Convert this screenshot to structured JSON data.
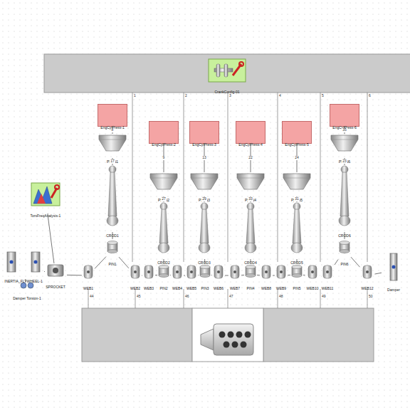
{
  "diagram": {
    "nodes": [
      {
        "text": [
          "CrankConfig-01"
        ]
      },
      {
        "text": [
          "TorsFreqAnalysis-1"
        ]
      },
      {
        "text": [
          "EngCylPress-1"
        ]
      },
      {
        "text": [
          "EngCylPress-2"
        ]
      },
      {
        "text": [
          "EngCylPress-3"
        ]
      },
      {
        "text": [
          "EngCylPress-4"
        ]
      },
      {
        "text": [
          "EngCylPress-5"
        ]
      },
      {
        "text": [
          "EngCylPress-6"
        ]
      },
      {
        "text": [
          "PSTN1"
        ]
      },
      {
        "text": [
          "PSTN2"
        ]
      },
      {
        "text": [
          "PSTN3"
        ]
      },
      {
        "text": [
          "PSTN4"
        ]
      },
      {
        "text": [
          "PSTN5"
        ]
      },
      {
        "text": [
          "PSTN6"
        ]
      },
      {
        "text": [
          "CROD1"
        ]
      },
      {
        "text": [
          "CROD2"
        ]
      },
      {
        "text": [
          "CROD3"
        ]
      },
      {
        "text": [
          "CROD4"
        ]
      },
      {
        "text": [
          "CROD5"
        ]
      },
      {
        "text": [
          "CROD6"
        ]
      },
      {
        "text": [
          "PIN1"
        ]
      },
      {
        "text": [
          "PIN2"
        ]
      },
      {
        "text": [
          "PIN3"
        ]
      },
      {
        "text": [
          "PIN4"
        ]
      },
      {
        "text": [
          "PIN5"
        ]
      },
      {
        "text": [
          "PIN6"
        ]
      },
      {
        "text": [
          "WEB1"
        ]
      },
      {
        "text": [
          "WEB2"
        ]
      },
      {
        "text": [
          "WEB3"
        ]
      },
      {
        "text": [
          "WEB4"
        ]
      },
      {
        "text": [
          "WEB5"
        ]
      },
      {
        "text": [
          "WEB6"
        ]
      },
      {
        "text": [
          "WEB7"
        ]
      },
      {
        "text": [
          "WEB8"
        ]
      },
      {
        "text": [
          "WEB9"
        ]
      },
      {
        "text": [
          "WEB10"
        ]
      },
      {
        "text": [
          "WEB11"
        ]
      },
      {
        "text": [
          "WEB12"
        ]
      },
      {
        "text": [
          "INERTIA_FLYWHEEL-1"
        ]
      },
      {
        "text": [
          "Damper Torsion-1"
        ]
      },
      {
        "text": [
          "SPROCKET"
        ]
      },
      {
        "text": [
          "Damper"
        ]
      }
    ],
    "edges": [
      {
        "from": 2,
        "to": 8,
        "arrow": "none",
        "label": "8"
      },
      {
        "from": 3,
        "to": 9,
        "arrow": "none",
        "label": "9"
      },
      {
        "from": 4,
        "to": 10,
        "arrow": "none",
        "label": "13"
      },
      {
        "from": 5,
        "to": 11,
        "arrow": "none",
        "label": "22"
      },
      {
        "from": 6,
        "to": 12,
        "arrow": "none",
        "label": "24"
      },
      {
        "from": 7,
        "to": 13,
        "arrow": "none",
        "label": "35"
      },
      {
        "from": 8,
        "to": 14,
        "arrow": "none",
        "label": "17"
      },
      {
        "from": 9,
        "to": 15,
        "arrow": "none",
        "label": "27"
      },
      {
        "from": 10,
        "to": 16,
        "arrow": "none",
        "label": "29"
      },
      {
        "from": 11,
        "to": 17,
        "arrow": "none",
        "label": "33"
      },
      {
        "from": 12,
        "to": 18,
        "arrow": "none",
        "label": "31"
      },
      {
        "from": 13,
        "to": 19,
        "arrow": "none",
        "label": "23"
      },
      {
        "from": 14,
        "to": 20,
        "arrow": "none"
      },
      {
        "from": 15,
        "to": 21,
        "arrow": "none"
      },
      {
        "from": 16,
        "to": 22,
        "arrow": "none"
      },
      {
        "from": 17,
        "to": 23,
        "arrow": "none"
      },
      {
        "from": 18,
        "to": 24,
        "arrow": "none"
      },
      {
        "from": 19,
        "to": 25,
        "arrow": "none"
      },
      {
        "from": 39,
        "to": 38,
        "arrow": "none"
      },
      {
        "from": 38,
        "to": 40,
        "arrow": "none"
      },
      {
        "from": 1,
        "to": 40,
        "arrow": "none"
      },
      {
        "from": 40,
        "to": 26,
        "arrow": "none"
      },
      {
        "from": 26,
        "to": 20,
        "arrow": "none"
      },
      {
        "from": 20,
        "to": 27,
        "arrow": "none"
      },
      {
        "from": 27,
        "to": 28,
        "arrow": "none"
      },
      {
        "from": 28,
        "to": 21,
        "arrow": "none"
      },
      {
        "from": 21,
        "to": 29,
        "arrow": "none"
      },
      {
        "from": 29,
        "to": 30,
        "arrow": "none"
      },
      {
        "from": 30,
        "to": 22,
        "arrow": "none"
      },
      {
        "from": 22,
        "to": 31,
        "arrow": "none"
      },
      {
        "from": 31,
        "to": 32,
        "arrow": "none"
      },
      {
        "from": 32,
        "to": 23,
        "arrow": "none"
      },
      {
        "from": 23,
        "to": 33,
        "arrow": "none"
      },
      {
        "from": 33,
        "to": 34,
        "arrow": "none"
      },
      {
        "from": 34,
        "to": 24,
        "arrow": "none"
      },
      {
        "from": 24,
        "to": 35,
        "arrow": "none"
      },
      {
        "from": 35,
        "to": 36,
        "arrow": "none"
      },
      {
        "from": 36,
        "to": 25,
        "arrow": "none"
      },
      {
        "from": 25,
        "to": 37,
        "arrow": "none"
      },
      {
        "from": 37,
        "to": 41,
        "arrow": "none"
      }
    ],
    "labels": [
      "1",
      "2",
      "3",
      "4",
      "5",
      "6",
      "44",
      "45",
      "46",
      "47",
      "48",
      "49",
      "50"
    ]
  }
}
